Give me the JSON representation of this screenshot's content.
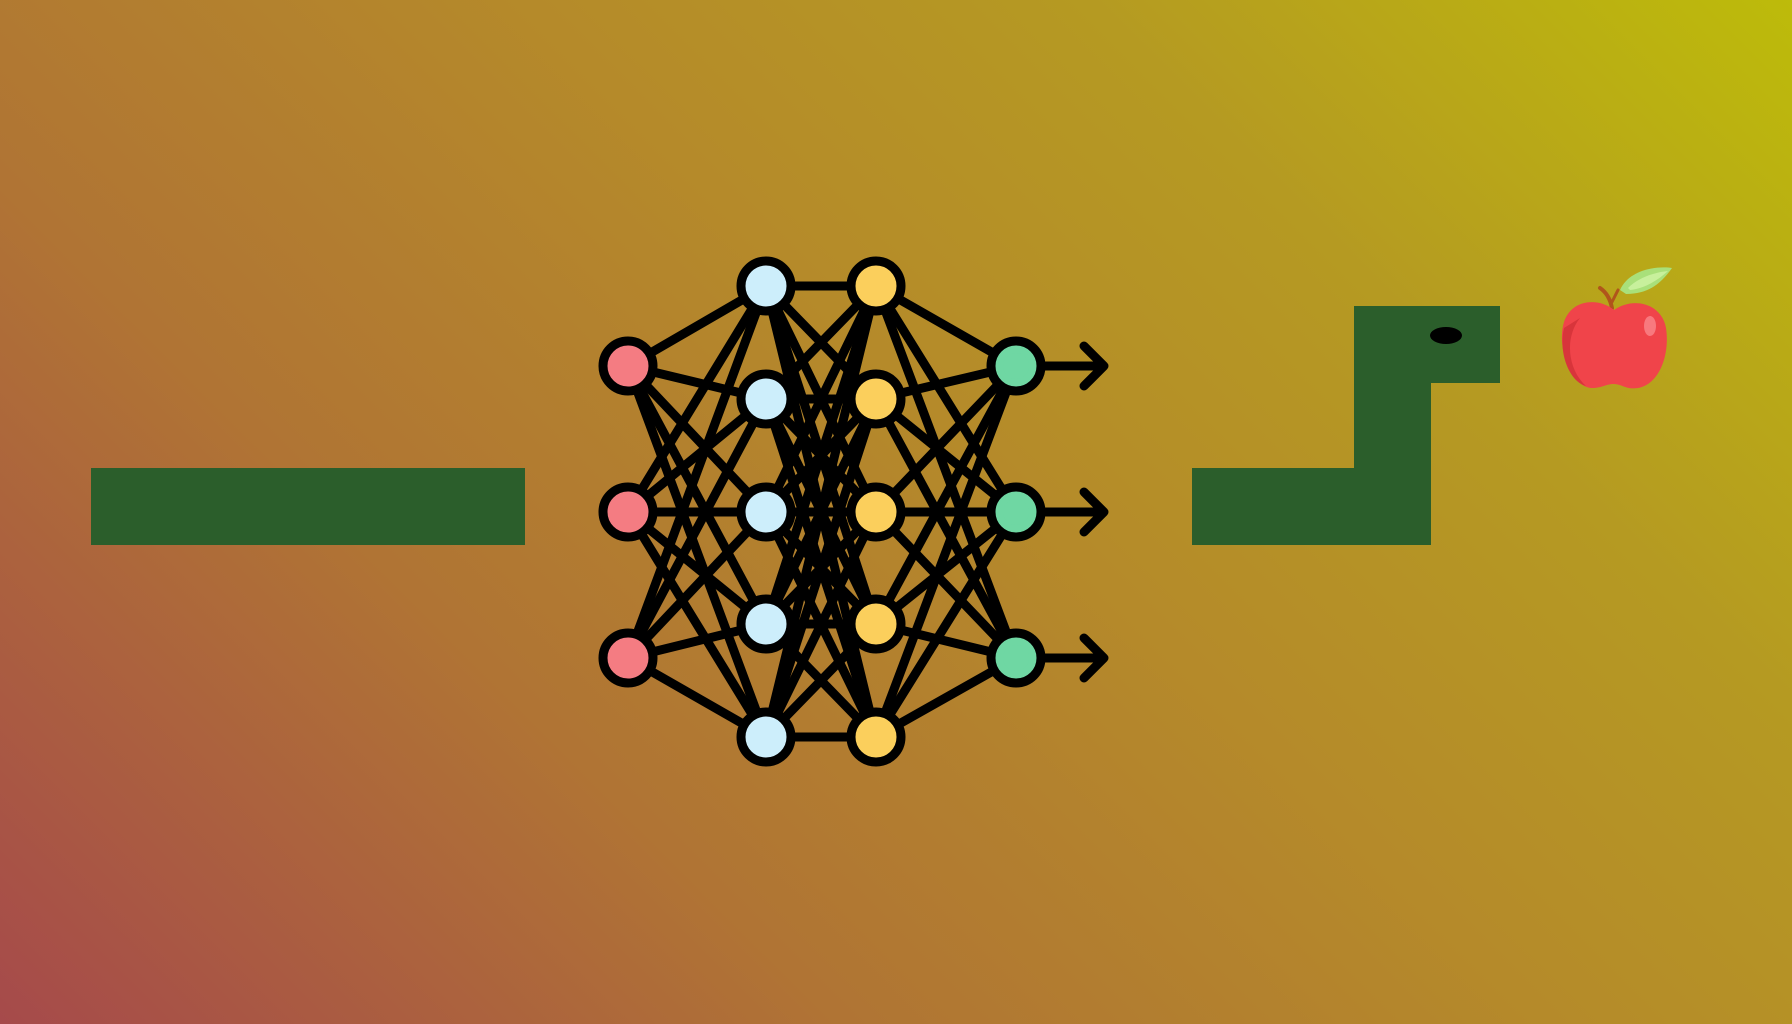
{
  "scene": {
    "background_gradient": [
      "#a64a4b",
      "#b07434",
      "#b58a2a",
      "#b59a22",
      "#bdbb0a"
    ],
    "snake_color": "#2b5e2b",
    "left_snake": {
      "shape": "straight"
    },
    "right_snake": {
      "shape": "bent-upward",
      "direction": "right"
    },
    "network": {
      "layers": [
        3,
        5,
        5,
        3
      ],
      "colors": {
        "input": "#f47c82",
        "hidden1": "#cdeefb",
        "hidden2": "#fbcf5c",
        "output": "#6fd7a3",
        "outline": "#000000"
      },
      "outputs": 3
    },
    "apple": {
      "fruit_color": "#f0444a",
      "leaf_color": "#a9e07a"
    }
  }
}
